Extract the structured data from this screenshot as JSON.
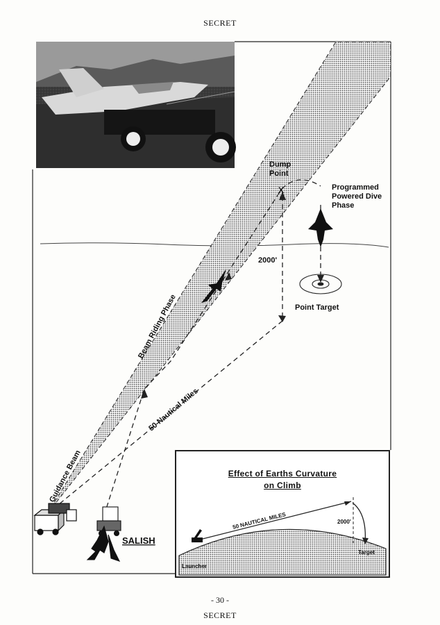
{
  "header": {
    "classification": "SECRET"
  },
  "footer": {
    "page_number": "- 30 -",
    "classification": "SECRET"
  },
  "diagram": {
    "dump_point_label": [
      "Dump",
      "Point"
    ],
    "dive_phase_label": [
      "Programmed",
      "Powered Dive",
      "Phase"
    ],
    "altitude_label": "2000'",
    "point_target_label": "Point Target",
    "beam_riding_label": "Beam Riding Phase",
    "distance_label": "50 Nautical Miles",
    "guidance_beam_label": "Guidance Beam",
    "missile_name": "SALISH"
  },
  "inset": {
    "title_line1": "Effect of Earths Curvature",
    "title_line2": "on Climb",
    "distance_label": "50 NAUTICAL MILES",
    "altitude_label": "2000'",
    "launcher_label": "Launcher",
    "target_label": "Target"
  }
}
